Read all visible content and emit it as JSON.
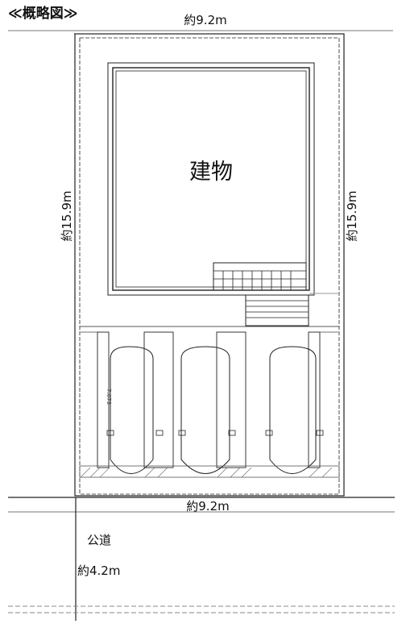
{
  "title": "≪概略図≫",
  "building_label": "建物",
  "dimensions": {
    "top_width": "約9.2m",
    "bottom_width": "約9.2m",
    "left_depth": "約15.9m",
    "right_depth": "約15.9m",
    "road_width": "約4.2m"
  },
  "road_label": "公道",
  "parking_note": "7.073"
}
